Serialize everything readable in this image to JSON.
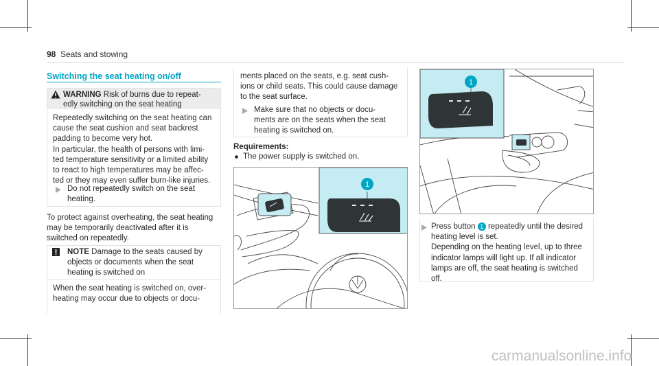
{
  "header": {
    "page_number": "98",
    "section": "Seats and stowing"
  },
  "section_title": "Switching the seat heating on/off",
  "warning": {
    "label": "WARNING",
    "head_text": "Risk of burns due to repeat-",
    "head_text2": "edly switching on the seat heating",
    "body": [
      "Repeatedly switching on the seat heating can",
      "cause the seat cushion and seat backrest",
      "padding to become very hot.",
      "In particular, the health of persons with limi-",
      "ted temperature sensitivity or a limited ability",
      "to react to high temperatures may be affec-",
      "ted or they may even suffer burn-like injuries."
    ],
    "action": [
      "Do not repeatedly switch on the seat",
      "heating."
    ]
  },
  "paragraph": [
    "To protect against overheating, the seat heating",
    "may be temporarily deactivated after it is",
    "switched on repeatedly."
  ],
  "note": {
    "label": "NOTE",
    "head_text": "Damage to the seats caused by",
    "head_lines": [
      "objects or documents when the seat",
      "heating is switched on"
    ],
    "body_left": [
      "When the seat heating is switched on, over-",
      "heating may occur due to objects or docu-"
    ],
    "body_right": [
      "ments placed on the seats, e.g. seat cush-",
      "ions or child seats. This could cause damage",
      "to the seat surface."
    ],
    "action": [
      "Make sure that no objects or docu-",
      "ments are on the seats when the seat",
      "heating is switched on."
    ]
  },
  "requirements": {
    "title": "Requirements:",
    "items": [
      "The power supply is switched on."
    ]
  },
  "figure_callout": "1",
  "instruction": {
    "prefix": "Press button",
    "callout": "1",
    "lines": [
      " repeatedly until the desired",
      "heating level is set.",
      "Depending on the heating level, up to three",
      "indicator lamps will light up. If all indicator",
      "lamps are off, the seat heating is switched",
      "off."
    ]
  },
  "watermark": "carmanualsonline.info",
  "colors": {
    "accent": "#00a6c4",
    "callout_bg": "#c4ecf2",
    "button_dark": "#2f3436"
  },
  "icons": {
    "warning": "warning-triangle-icon",
    "note": "exclamation-icon",
    "action": "arrow-right-icon",
    "bullet": "bullet-icon"
  }
}
